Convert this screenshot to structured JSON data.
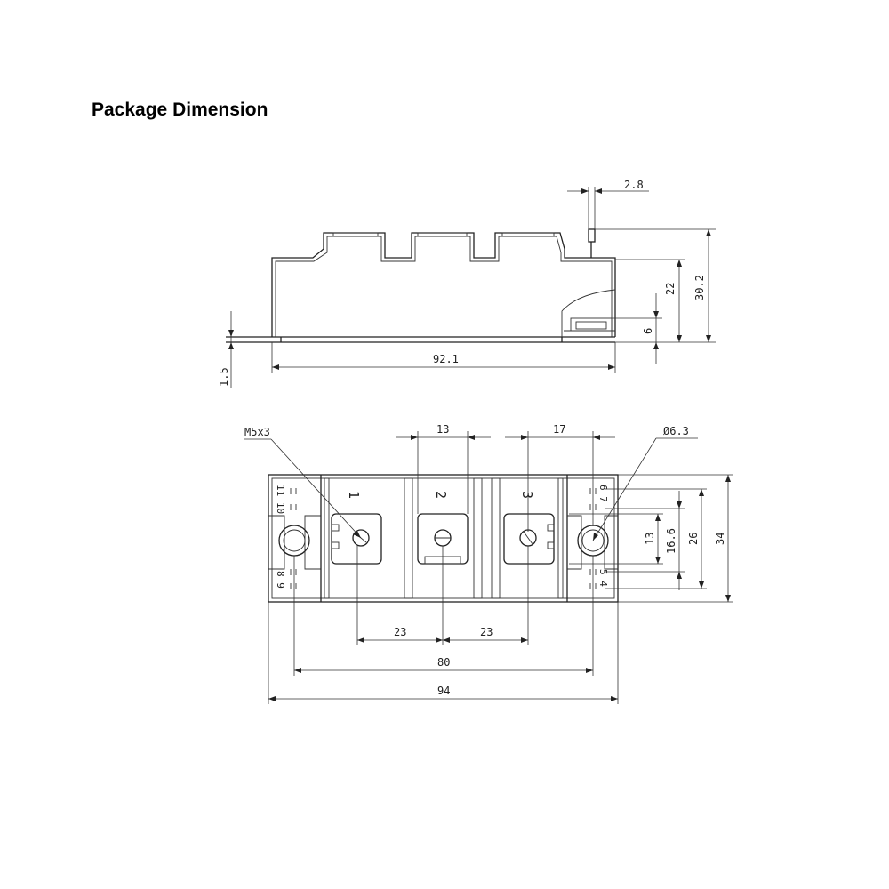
{
  "title": "Package Dimension",
  "side_view": {
    "dim_lead_width": "2.8",
    "dim_height_total": "30.2",
    "dim_height_body": "22",
    "dim_terminal_height": "6",
    "dim_length": "92.1",
    "dim_base_thickness": "1.5"
  },
  "top_view": {
    "screw_label": "M5x3",
    "hole_label": "Ø6.3",
    "dim_13_top": "13",
    "dim_17_top": "17",
    "dim_pitch_left": "23",
    "dim_pitch_right": "23",
    "dim_hole_pitch": "80",
    "dim_total_length": "94",
    "dim_13_side": "13",
    "dim_16_6": "16.6",
    "dim_26": "26",
    "dim_34": "34",
    "terminal_1": "1",
    "terminal_2": "2",
    "terminal_3": "3",
    "pins_left_top": "11 10",
    "pins_left_bottom": "8 9",
    "pins_right_top": "6 7",
    "pins_right_bottom": "5 4"
  }
}
